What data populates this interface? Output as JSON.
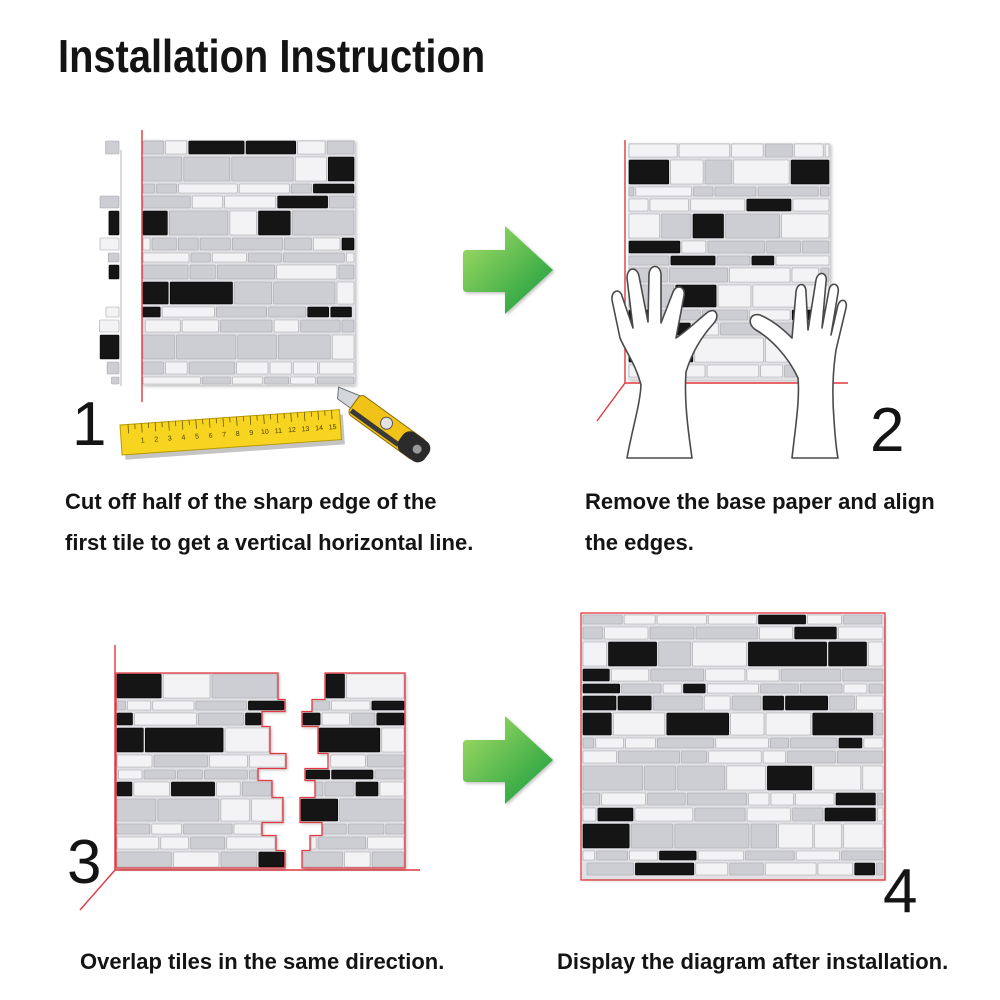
{
  "title": "Installation Instruction",
  "steps": [
    {
      "number": "1",
      "caption_lines": [
        "Cut off half of the sharp edge of the",
        "first tile to get a vertical horizontal line."
      ]
    },
    {
      "number": "2",
      "caption_lines": [
        "Remove the base paper and align",
        "the edges."
      ]
    },
    {
      "number": "3",
      "caption_lines": [
        "Overlap tiles in the same direction."
      ]
    },
    {
      "number": "4",
      "caption_lines": [
        "Display the diagram after installation."
      ]
    }
  ],
  "ruler": {
    "tick_labels": [
      "1",
      "2",
      "3",
      "4",
      "5",
      "6",
      "7",
      "8",
      "9",
      "10",
      "11",
      "12",
      "13",
      "14",
      "15"
    ]
  },
  "icons": {
    "next_arrow": "arrow-right-icon",
    "ruler": "ruler-icon",
    "cutter": "utility-knife-icon",
    "hands": "hands-icon"
  },
  "colors": {
    "guide_line": "#e2383f",
    "arrow_light": "#a8de66",
    "arrow_dark": "#139a3b",
    "tile_black": "#151515",
    "tile_gray": "#cdced3",
    "tile_white": "#f3f3f5",
    "grout": "#e1e1e5",
    "ruler": "#f6d420",
    "cutter": "#f1c218",
    "hand_outline": "#4a4a4a"
  }
}
